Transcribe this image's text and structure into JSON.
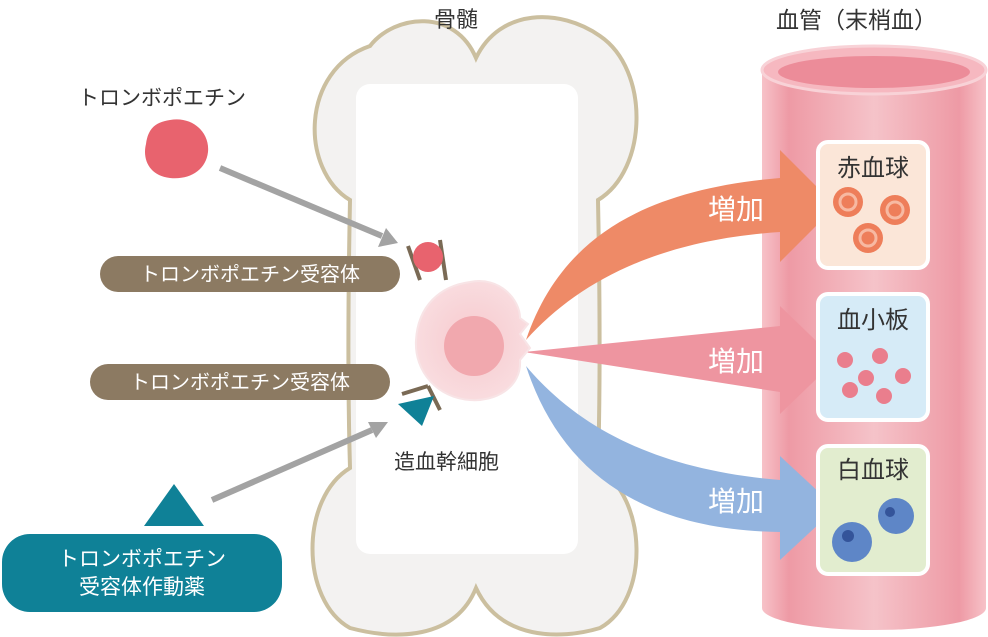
{
  "labels": {
    "bone_marrow": "骨髄",
    "blood_vessel": "血管（末梢血）",
    "thrombopoietin": "トロンボポエチン",
    "receptor_top": "トロンボポエチン受容体",
    "receptor_bottom": "トロンボポエチン受容体",
    "stem_cell": "造血幹細胞",
    "drug_line1": "トロンボポエチン",
    "drug_line2": "受容体作動薬"
  },
  "outputs": [
    {
      "increase": "増加",
      "cell": "赤血球",
      "arrow_color": "#ee8a67",
      "box_color": "#fbe6d8"
    },
    {
      "increase": "増加",
      "cell": "血小板",
      "arrow_color": "#ee95a0",
      "box_color": "#d6ebf7"
    },
    {
      "increase": "増加",
      "cell": "白血球",
      "arrow_color": "#93b4df",
      "box_color": "#e2edcf"
    }
  ],
  "colors": {
    "bone_outline": "#cbbf9f",
    "bone_fill": "#f3f2f1",
    "vessel": "#f3b5bc",
    "thrombopoietin": "#e8636e",
    "drug": "#0f8197",
    "receptor_pill": "#8c7a62",
    "pointer_arrow": "#a3a3a3"
  }
}
